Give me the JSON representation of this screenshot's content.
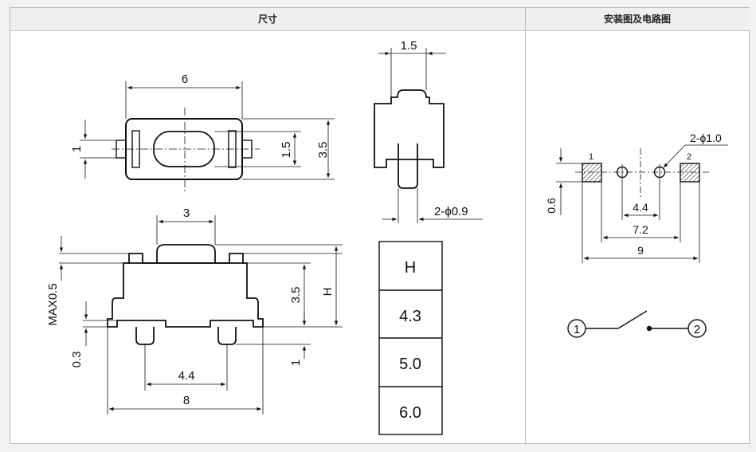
{
  "headers": {
    "dimensions": "尺寸",
    "install_circuit": "安装图及电路图"
  },
  "top_view": {
    "width": "6",
    "height": "3.5",
    "actuator_h": "1.5",
    "terminal_h": "1"
  },
  "side_view": {
    "top_width": "1.5",
    "pin": "2-ϕ0.9"
  },
  "front_view": {
    "actuator_w": "3",
    "max_h": "MAX0.5",
    "body_h": "3.5",
    "total_h": "H",
    "standoff": "0.3",
    "pin_len": "1",
    "pin_pitch": "4.4",
    "overall_w": "8"
  },
  "height_table": {
    "header": "H",
    "values": [
      "4.3",
      "5.0",
      "6.0"
    ]
  },
  "footprint": {
    "hole": "2-ϕ1.0",
    "pad1": "1",
    "pad2": "2",
    "pad_h": "0.6",
    "d_inner": "4.4",
    "d_mid": "7.2",
    "d_outer": "9"
  },
  "circuit": {
    "pin1": "1",
    "pin2": "2"
  }
}
